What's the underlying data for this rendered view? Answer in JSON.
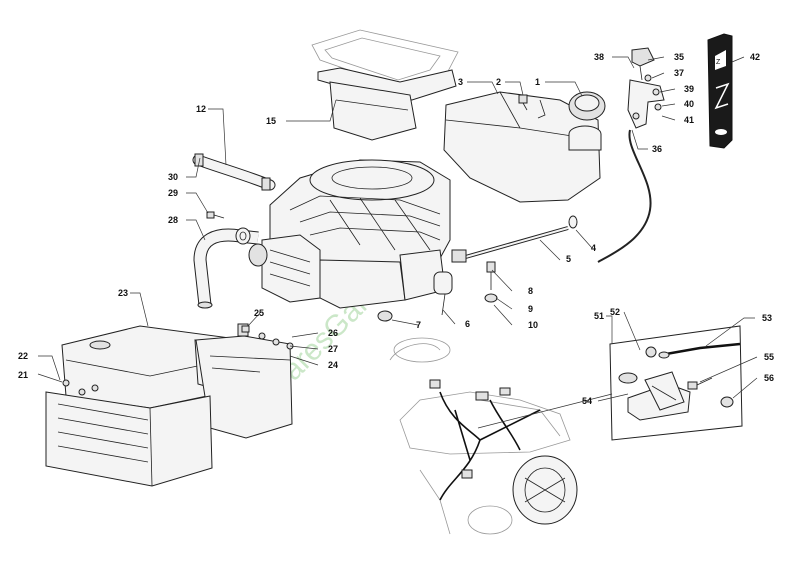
{
  "watermark": "SparesGarden.com",
  "callouts": {
    "c1": "1",
    "c2": "2",
    "c3": "3",
    "c4": "4",
    "c5": "5",
    "c6": "6",
    "c7": "7",
    "c8": "8",
    "c9": "9",
    "c10": "10",
    "c12": "12",
    "c15": "15",
    "c21": "21",
    "c22": "22",
    "c23": "23",
    "c24": "24",
    "c25": "25",
    "c26": "26",
    "c27": "27",
    "c28": "28",
    "c29": "29",
    "c30": "30",
    "c35": "35",
    "c36": "36",
    "c37": "37",
    "c38": "38",
    "c39": "39",
    "c40": "40",
    "c41": "41",
    "c42": "42",
    "c51": "51",
    "c52": "52",
    "c53": "53",
    "c54": "54",
    "c55": "55",
    "c56": "56"
  }
}
